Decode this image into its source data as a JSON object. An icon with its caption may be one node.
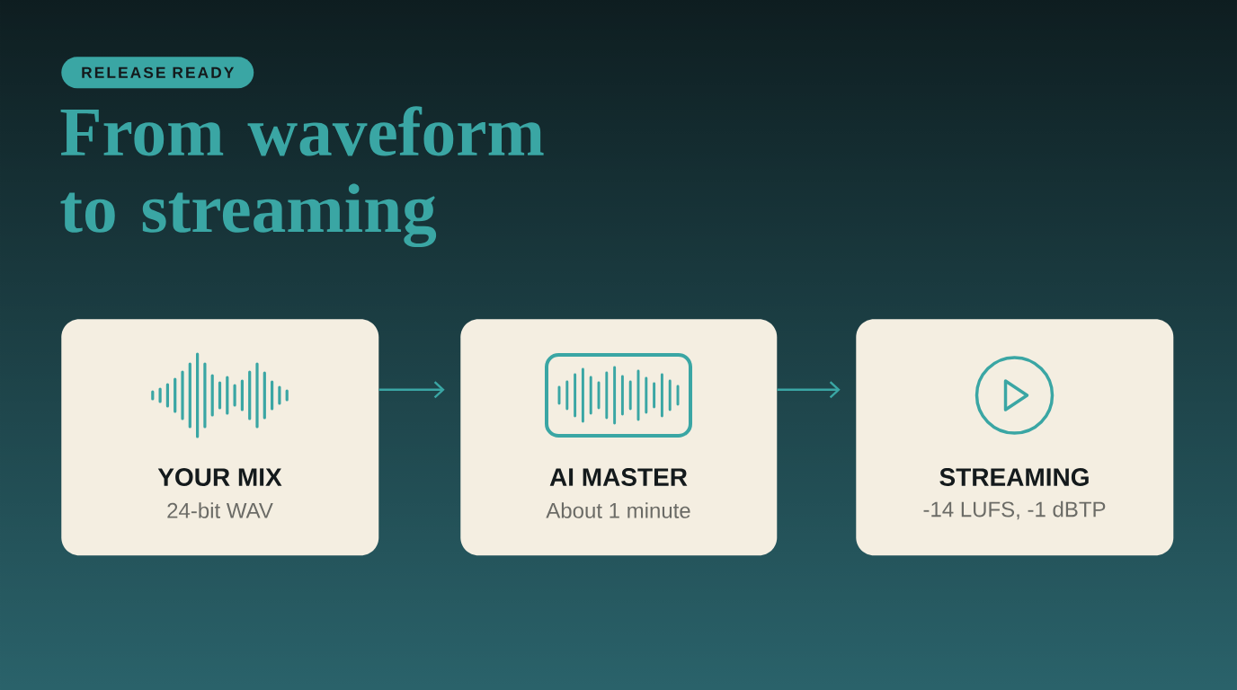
{
  "diagram": {
    "title": "From waveform to streaming",
    "nodes": [
      {
        "text": [
          "RELEASE READY"
        ]
      },
      {
        "text": [
          "YOUR MIX",
          "24-bit WAV"
        ]
      },
      {
        "text": [
          "AI MASTER",
          "About 1 minute"
        ]
      },
      {
        "text": [
          "STREAMING",
          "-14 LUFS, -1 dBTP"
        ]
      }
    ],
    "edges": [
      {
        "from": 1,
        "to": 2,
        "arrow": "to"
      },
      {
        "from": 2,
        "to": 3,
        "arrow": "to"
      }
    ]
  }
}
